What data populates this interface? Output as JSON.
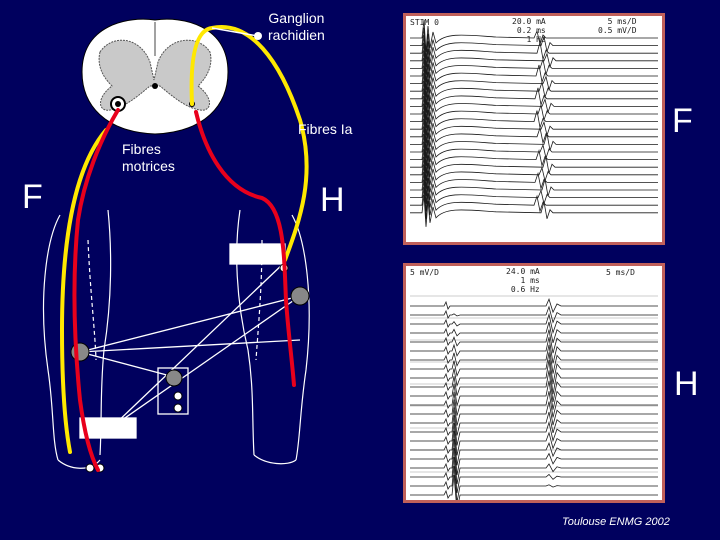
{
  "labels": {
    "ganglion": [
      "Ganglion",
      "rachidien"
    ],
    "fibres_ia": "Fibres Ia",
    "fibres_motrices": [
      "Fibres",
      "motrices"
    ],
    "f_left": "F",
    "h_center": "H",
    "f_right": "F",
    "h_right": "H"
  },
  "colors": {
    "background": "#00005e",
    "afferent_fiber": "#ffe800",
    "motor_fiber": "#e8001c",
    "panel_border": "#c0605a"
  },
  "panel_f": {
    "header_left": "STIM 0",
    "header_mid": [
      "20.0 mA",
      "0.2 ms",
      "1 Hz"
    ],
    "header_right": [
      "5 ms/D",
      "0.5 mV/D"
    ]
  },
  "panel_h": {
    "header_left": "5 mV/D",
    "header_mid": [
      "24.0 mA",
      "1 ms",
      "0.6 Hz"
    ],
    "header_right": "5 ms/D"
  },
  "footer": "Toulouse ENMG 2002"
}
